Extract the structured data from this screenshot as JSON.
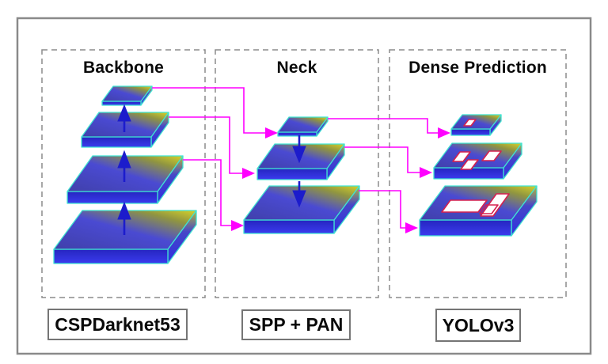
{
  "diagram": {
    "panels": [
      {
        "id": "backbone",
        "title": "Backbone",
        "label": "CSPDarknet53",
        "layer_count": 4
      },
      {
        "id": "neck",
        "title": "Neck",
        "label": "SPP + PAN",
        "layer_count": 3
      },
      {
        "id": "dense-prediction",
        "title": "Dense Prediction",
        "label": "YOLOv3",
        "layer_count": 3
      }
    ],
    "colors": {
      "connector_magenta": "#ff00ff",
      "flow_arrow_blue": "#1c1ccc",
      "layer_edge_cyan": "#3fe3d2",
      "layer_gradient_blue": "#4a4ad2",
      "layer_gradient_yellow": "#d6d22a",
      "bbox_outline_red": "#d6204e",
      "frame_gray": "#8a8a8a"
    }
  }
}
